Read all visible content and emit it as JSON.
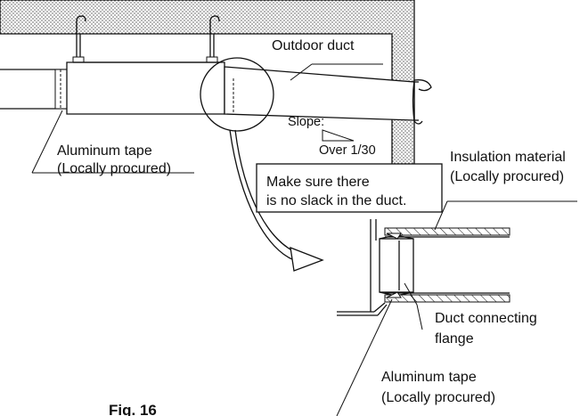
{
  "labels": {
    "outdoor_duct": "Outdoor duct",
    "slope": "Slope:",
    "slope_value": "Over 1/30",
    "aluminum_tape_1": "Aluminum tape",
    "locally_procured_1": "(Locally procured)",
    "insulation_material": "Insulation material",
    "locally_procured_2": "(Locally procured)",
    "note_line1": "Make sure there",
    "note_line2": "is no slack in the duct.",
    "duct_connecting": "Duct connecting",
    "flange": "flange",
    "aluminum_tape_2": "Aluminum tape",
    "locally_procured_3": "(Locally procured)",
    "figure": "Fig. 16"
  }
}
